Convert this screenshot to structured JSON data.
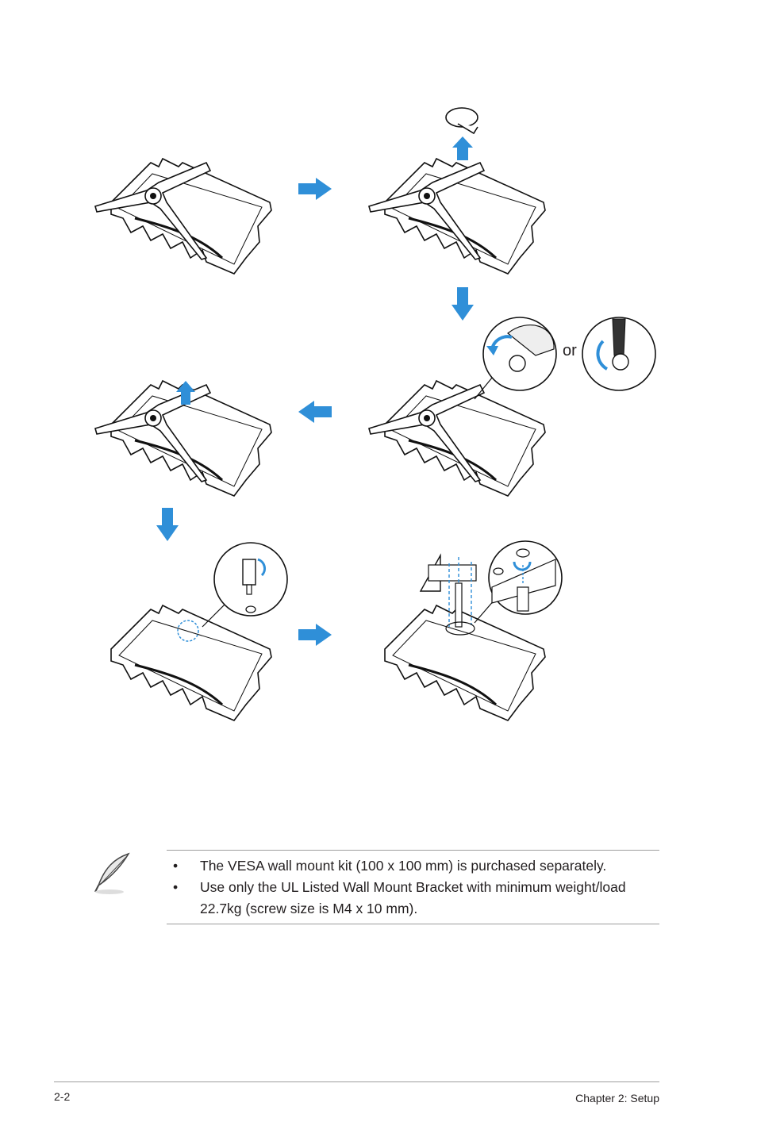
{
  "illustration": {
    "or_label": "or",
    "accent_color": "#2f8fd8",
    "steps": [
      "monitor-with-stand",
      "remove-hinge-cover",
      "loosen-screw",
      "detach-stand",
      "install-spacers",
      "mount-bracket"
    ]
  },
  "note": {
    "icon": "feather-pen-icon",
    "items": [
      "The VESA wall mount kit (100 x 100 mm) is purchased separately.",
      "Use only the UL Listed Wall Mount Bracket with minimum weight/load 22.7kg (screw size is M4 x 10 mm)."
    ],
    "bullet": "•"
  },
  "footer": {
    "page_number": "2-2",
    "chapter": "Chapter 2: Setup"
  }
}
